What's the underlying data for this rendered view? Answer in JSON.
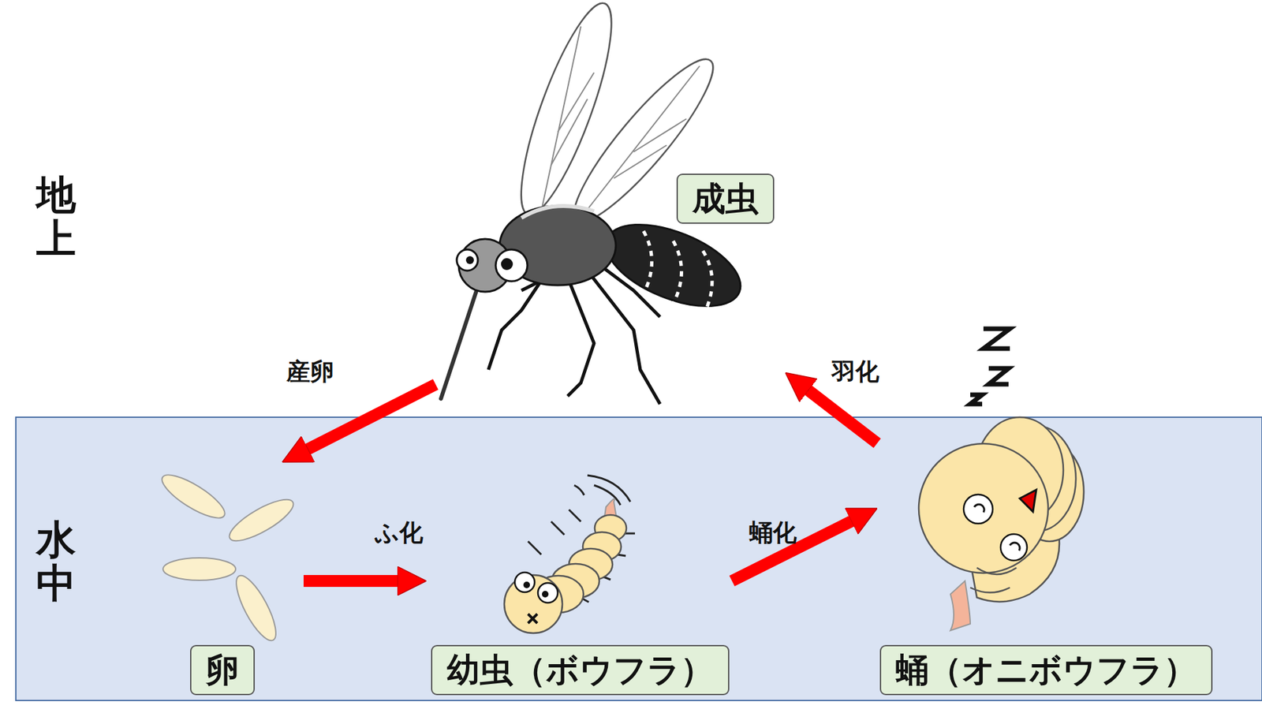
{
  "diagram": {
    "nodes": [
      {
        "text": [
          "成虫"
        ]
      },
      {
        "text": [
          "水中"
        ]
      },
      {
        "text": [
          "卵"
        ],
        "in": 1
      },
      {
        "text": [
          "幼虫（ボウフラ）"
        ],
        "in": 1
      },
      {
        "text": [
          "蛹（オニボウフラ）"
        ],
        "in": 1
      }
    ],
    "edges": [
      {
        "from": 0,
        "to": 2,
        "label": "産卵",
        "arrow": "to"
      },
      {
        "from": 2,
        "to": 3,
        "label": "ふ化",
        "arrow": "to"
      },
      {
        "from": 3,
        "to": 4,
        "label": "蛹化",
        "arrow": "to"
      },
      {
        "from": 4,
        "to": 0,
        "label": "羽化",
        "arrow": "to"
      }
    ],
    "labels": [
      "地上"
    ]
  }
}
